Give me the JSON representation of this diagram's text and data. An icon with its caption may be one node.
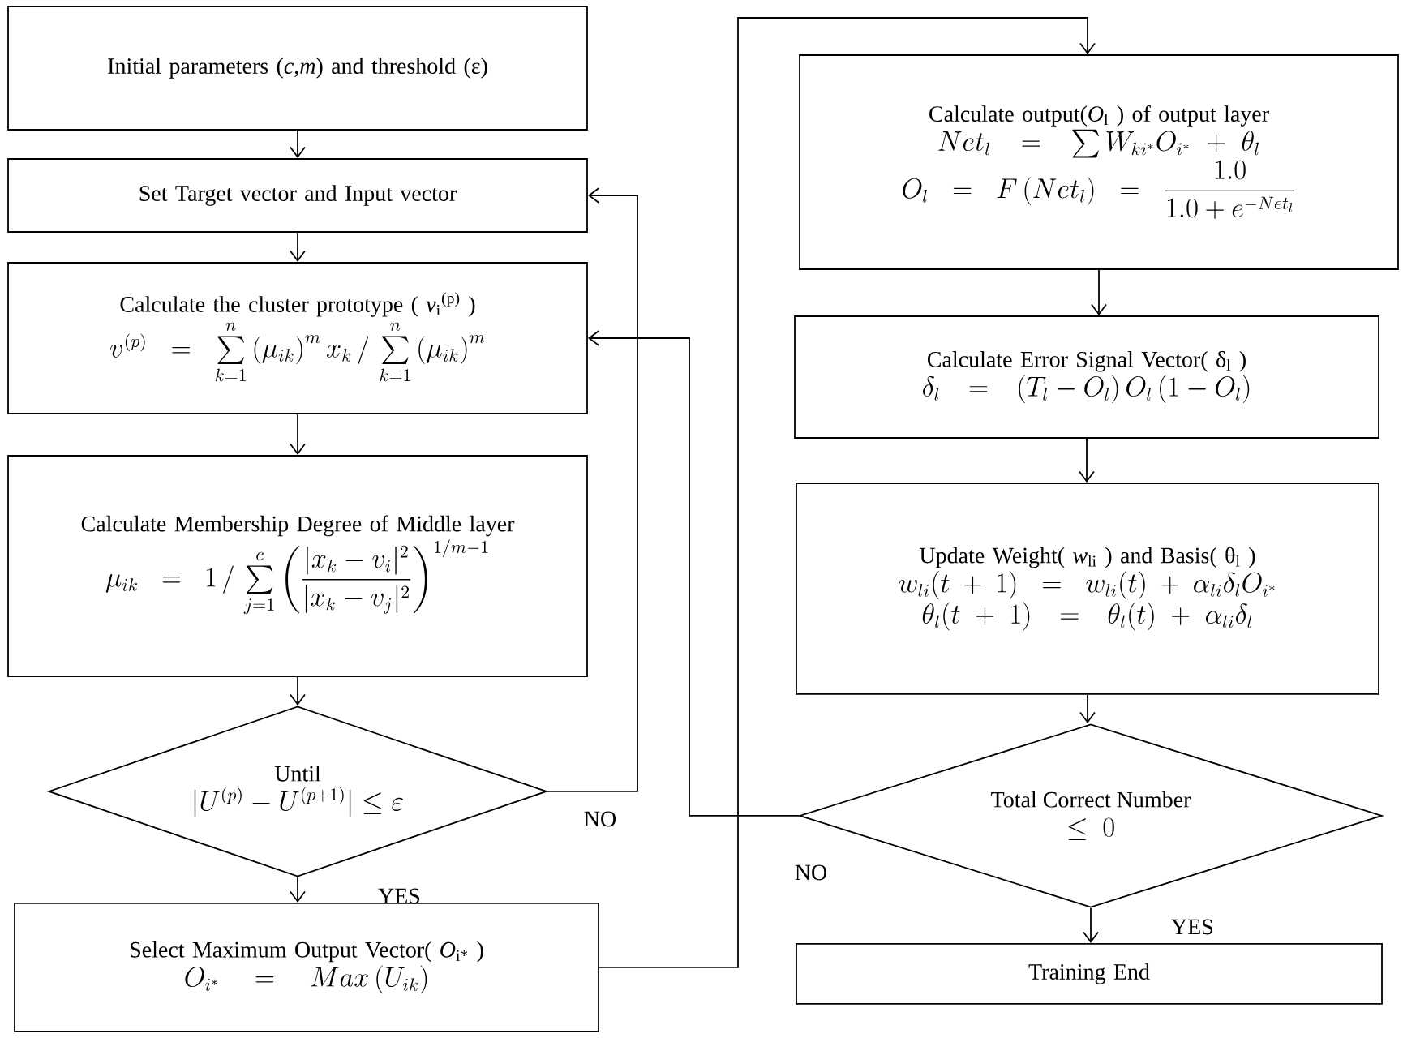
{
  "diagram": {
    "nodes": [
      {
        "text": [
          "Initial parameters (*c*,*m*) and threshold (ε)"
        ]
      },
      {
        "text": [
          "Set Target vector and Input vector"
        ]
      },
      {
        "text": [
          "Calculate the cluster prototype ( *v*$_{i}$$^{(p)}$ )",
          "v^{(p)} = \\sum\\limits_{k=1}^{n} \\left(\\mu_{ik}\\right)^{m} x_{k} \\,/\\, \\sum\\limits_{k=1}^{n} \\left(\\mu_{ik}\\right)^{m}"
        ]
      },
      {
        "text": [
          "Calculate Membership Degree of Middle layer",
          "\\mu_{ik} = 1 \\,/\\, \\sum\\limits_{j=1}^{c} \\left( \\dfrac{|x_{k} - v_{i}|^{2}}{|x_{k} - v_{j}|^{2}} \\right)^{1/m-1}"
        ]
      },
      {
        "text": [
          "Until",
          "|U^{(p)} - U^{(p+1)}| \\leq \\varepsilon"
        ]
      },
      {
        "text": [
          "Select Maximum Output Vector( *O*$_{i*}$ )",
          "O_{i^{*}} = Max\\left(U_{ik}\\right)"
        ]
      },
      {
        "text": [
          "Calculate output(*O*$_{l}$ ) of output layer",
          "Net_{l} = \\sum W_{ki^{*}} O_{i^{*}} + \\theta_{l}",
          "O_{l} = F\\left(Net_{l}\\right) = \\dfrac{1.0}{1.0 + e^{-Net_{l}}}"
        ]
      },
      {
        "text": [
          "Calculate Error Signal Vector( δ$_{l}$ )",
          "\\delta_{l} = \\left(T_{l} - O_{l}\\right) O_{l} \\left(1 - O_{l}\\right)"
        ]
      },
      {
        "text": [
          "Update Weight( *w*$_{li}$ ) and Basis( θ$_{l}$ )",
          "w_{li}(t+1) = w_{li}(t) + \\alpha_{li} \\delta_{l} O_{i^{*}}",
          "\\theta_{l}(t+1) = \\theta_{l}(t) + \\alpha_{li} \\delta_{l}"
        ]
      },
      {
        "text": [
          "Total Correct Number",
          "\\leq\\ 0"
        ]
      },
      {
        "text": [
          "Training End"
        ]
      }
    ],
    "edges": [
      {
        "from": 0,
        "to": 1,
        "arrow": "to"
      },
      {
        "from": 1,
        "to": 2,
        "arrow": "to"
      },
      {
        "from": 2,
        "to": 3,
        "arrow": "to"
      },
      {
        "from": 3,
        "to": 4,
        "arrow": "to"
      },
      {
        "from": 4,
        "to": 5,
        "arrow": "to",
        "label": "YES"
      },
      {
        "from": 4,
        "to": 1,
        "arrow": "to",
        "label": "NO"
      },
      {
        "from": 5,
        "to": 6,
        "arrow": "to"
      },
      {
        "from": 6,
        "to": 7,
        "arrow": "to"
      },
      {
        "from": 7,
        "to": 8,
        "arrow": "to"
      },
      {
        "from": 8,
        "to": 9,
        "arrow": "to"
      },
      {
        "from": 9,
        "to": 10,
        "arrow": "to",
        "label": "YES"
      },
      {
        "from": 9,
        "to": 2,
        "arrow": "to",
        "label": "NO"
      }
    ]
  }
}
